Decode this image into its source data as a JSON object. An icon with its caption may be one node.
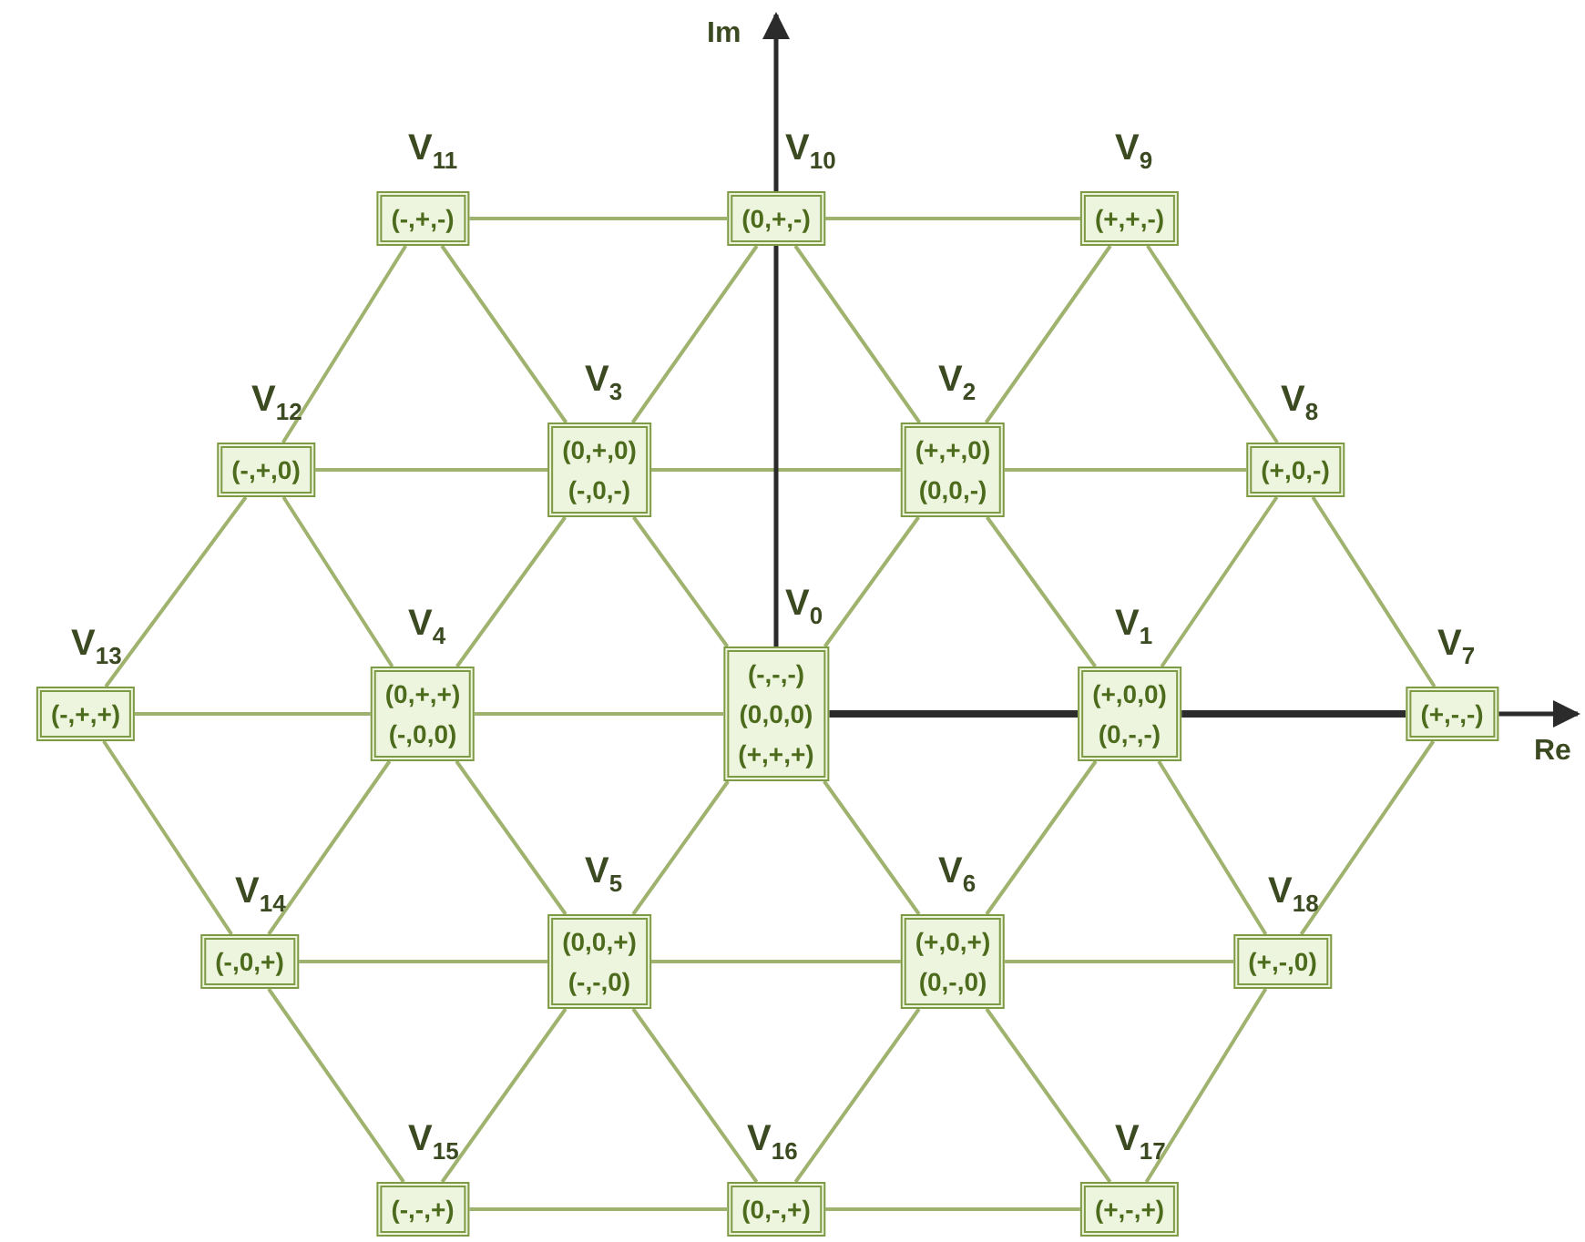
{
  "diagram": {
    "nodes": [
      {
        "text": [
          "(-,+,-)"
        ],
        "beside": [
          "V$_{11}$"
        ]
      },
      {
        "text": [
          "(0,+,-)"
        ],
        "beside": [
          "V$_{10}$"
        ]
      },
      {
        "text": [
          "(+,+,-)"
        ],
        "beside": [
          "V$_{9}$"
        ]
      },
      {
        "text": [
          "(-,+,0)"
        ],
        "beside": [
          "V$_{12}$"
        ]
      },
      {
        "text": [
          "(0,+,0)",
          "(-,0,-)"
        ],
        "beside": [
          "V$_{3}$"
        ]
      },
      {
        "text": [
          "(+,+,0)",
          "(0,0,-)"
        ],
        "beside": [
          "V$_{2}$"
        ]
      },
      {
        "text": [
          "(+,0,-)"
        ],
        "beside": [
          "V$_{8}$"
        ]
      },
      {
        "text": [
          "(-,+,+)"
        ],
        "beside": [
          "V$_{13}$"
        ]
      },
      {
        "text": [
          "(0,+,+)",
          "(-,0,0)"
        ],
        "beside": [
          "V$_{4}$"
        ]
      },
      {
        "text": [
          "(-,-,-)",
          "(0,0,0)",
          "(+,+,+)"
        ],
        "beside": [
          "V$_{0}$"
        ]
      },
      {
        "text": [
          "(+,0,0)",
          "(0,-,-)"
        ],
        "beside": [
          "V$_{1}$"
        ]
      },
      {
        "text": [
          "(+,-,-)"
        ],
        "beside": [
          "V$_{7}$"
        ]
      },
      {
        "text": [
          "(-,0,+)"
        ],
        "beside": [
          "V$_{14}$"
        ]
      },
      {
        "text": [
          "(0,0,+)",
          "(-,-,0)"
        ],
        "beside": [
          "V$_{5}$"
        ]
      },
      {
        "text": [
          "(+,0,+)",
          "(0,-,0)"
        ],
        "beside": [
          "V$_{6}$"
        ]
      },
      {
        "text": [
          "(+,-,0)"
        ],
        "beside": [
          "V$_{18}$"
        ]
      },
      {
        "text": [
          "(-,-,+)"
        ],
        "beside": [
          "V$_{15}$"
        ]
      },
      {
        "text": [
          "(0,-,+)"
        ],
        "beside": [
          "V$_{16}$"
        ]
      },
      {
        "text": [
          "(+,-,+)"
        ],
        "beside": [
          "V$_{17}$"
        ]
      }
    ],
    "edges": [
      {
        "from": 0,
        "to": 1,
        "arrow": "none"
      },
      {
        "from": 1,
        "to": 2,
        "arrow": "none"
      },
      {
        "from": 0,
        "to": 3,
        "arrow": "none"
      },
      {
        "from": 0,
        "to": 4,
        "arrow": "none"
      },
      {
        "from": 1,
        "to": 4,
        "arrow": "none"
      },
      {
        "from": 1,
        "to": 5,
        "arrow": "none"
      },
      {
        "from": 2,
        "to": 5,
        "arrow": "none"
      },
      {
        "from": 2,
        "to": 6,
        "arrow": "none"
      },
      {
        "from": 3,
        "to": 4,
        "arrow": "none"
      },
      {
        "from": 4,
        "to": 5,
        "arrow": "none"
      },
      {
        "from": 5,
        "to": 6,
        "arrow": "none"
      },
      {
        "from": 3,
        "to": 7,
        "arrow": "none"
      },
      {
        "from": 3,
        "to": 8,
        "arrow": "none"
      },
      {
        "from": 4,
        "to": 8,
        "arrow": "none"
      },
      {
        "from": 4,
        "to": 9,
        "arrow": "none"
      },
      {
        "from": 5,
        "to": 9,
        "arrow": "none"
      },
      {
        "from": 5,
        "to": 10,
        "arrow": "none"
      },
      {
        "from": 6,
        "to": 10,
        "arrow": "none"
      },
      {
        "from": 6,
        "to": 11,
        "arrow": "none"
      },
      {
        "from": 7,
        "to": 8,
        "arrow": "none"
      },
      {
        "from": 8,
        "to": 9,
        "arrow": "none"
      },
      {
        "from": 9,
        "to": 10,
        "arrow": "none",
        "style": "thick",
        "color": "#2b2b2b"
      },
      {
        "from": 10,
        "to": 11,
        "arrow": "none",
        "style": "thick",
        "color": "#2b2b2b"
      },
      {
        "from": 7,
        "to": 12,
        "arrow": "none"
      },
      {
        "from": 8,
        "to": 12,
        "arrow": "none"
      },
      {
        "from": 8,
        "to": 13,
        "arrow": "none"
      },
      {
        "from": 9,
        "to": 13,
        "arrow": "none"
      },
      {
        "from": 9,
        "to": 14,
        "arrow": "none"
      },
      {
        "from": 10,
        "to": 14,
        "arrow": "none"
      },
      {
        "from": 10,
        "to": 15,
        "arrow": "none"
      },
      {
        "from": 11,
        "to": 15,
        "arrow": "none"
      },
      {
        "from": 12,
        "to": 13,
        "arrow": "none"
      },
      {
        "from": 13,
        "to": 14,
        "arrow": "none"
      },
      {
        "from": 14,
        "to": 15,
        "arrow": "none"
      },
      {
        "from": 12,
        "to": 16,
        "arrow": "none"
      },
      {
        "from": 13,
        "to": 16,
        "arrow": "none"
      },
      {
        "from": 13,
        "to": 17,
        "arrow": "none"
      },
      {
        "from": 14,
        "to": 17,
        "arrow": "none"
      },
      {
        "from": 14,
        "to": 18,
        "arrow": "none"
      },
      {
        "from": 15,
        "to": 18,
        "arrow": "none"
      },
      {
        "from": 16,
        "to": 17,
        "arrow": "none"
      },
      {
        "from": 17,
        "to": 18,
        "arrow": "none"
      }
    ],
    "labels": [
      "Im",
      "Re"
    ]
  }
}
